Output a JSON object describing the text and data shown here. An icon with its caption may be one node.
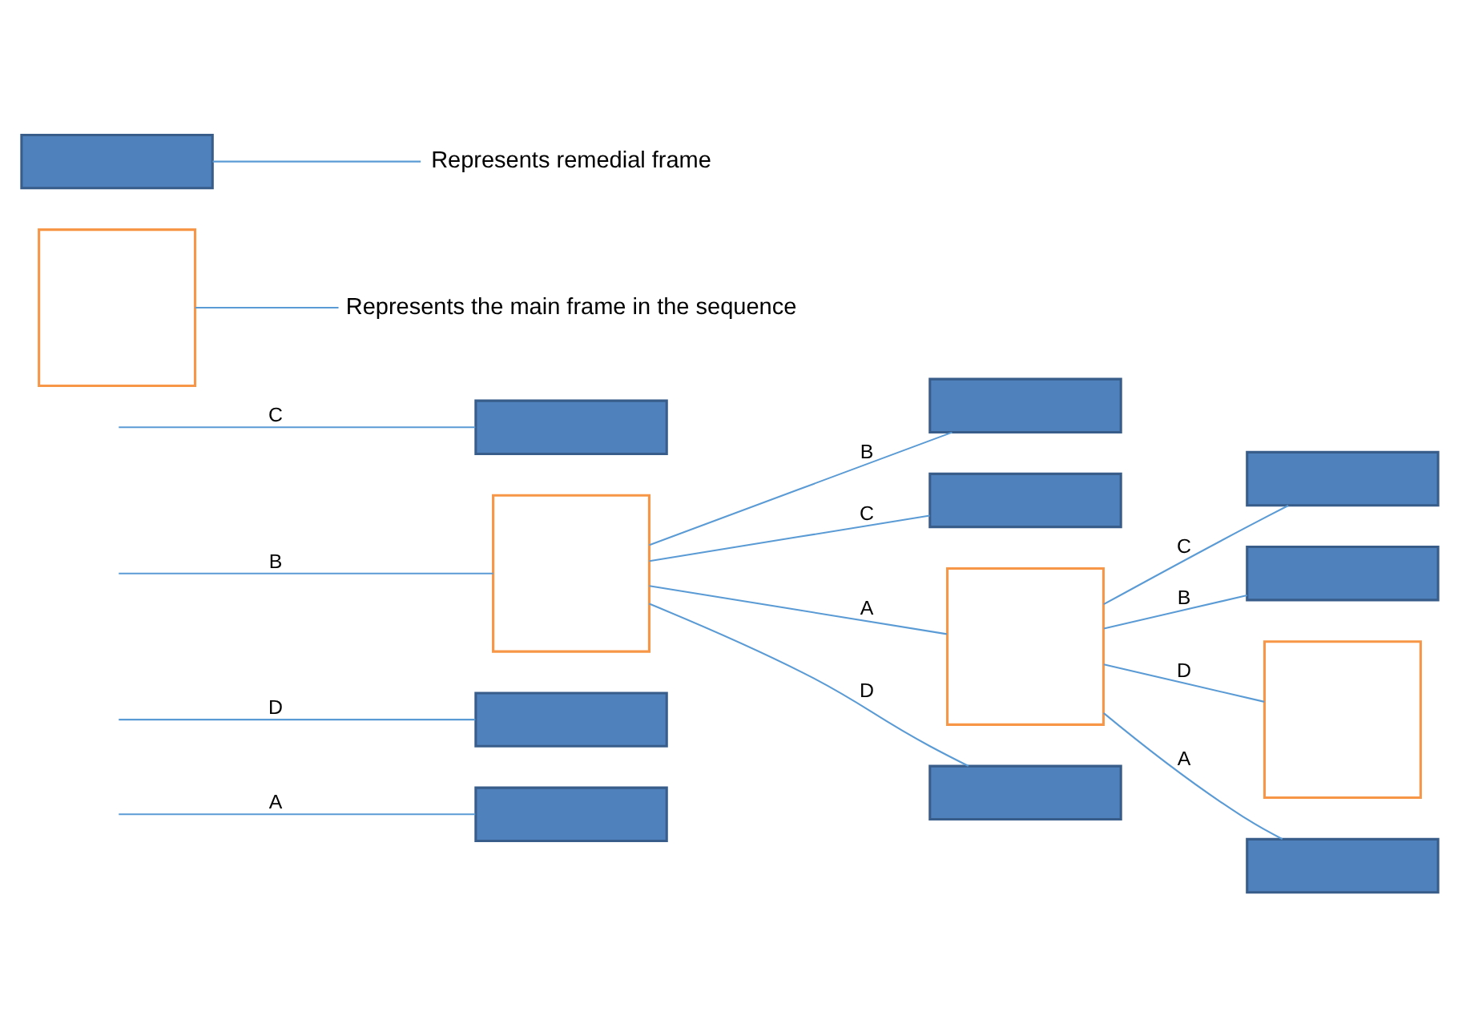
{
  "diagram": {
    "nodes": [
      {
        "text": [],
        "shape": "box"
      },
      {
        "text": [],
        "shape": "box"
      },
      {
        "text": [],
        "shape": "box"
      },
      {
        "text": [],
        "shape": "box"
      },
      {
        "text": [],
        "shape": "box"
      },
      {
        "text": [],
        "shape": "box"
      },
      {
        "text": [],
        "shape": "box"
      },
      {
        "text": [],
        "shape": "box"
      },
      {
        "text": [],
        "shape": "box"
      },
      {
        "text": [],
        "shape": "box"
      },
      {
        "text": [],
        "shape": "box"
      },
      {
        "text": [],
        "shape": "box"
      },
      {
        "text": [],
        "shape": "box"
      },
      {
        "text": [
          "Represents the main frame in the sequence"
        ]
      },
      {
        "text": [],
        "shape": "box"
      },
      {
        "text": [
          "Represents remedial frame"
        ]
      }
    ],
    "edges": [
      {
        "from": null,
        "to": 0,
        "arrow": "none",
        "label": "A"
      },
      {
        "from": null,
        "to": 1,
        "arrow": "none",
        "label": "D"
      },
      {
        "from": null,
        "to": 6,
        "arrow": "none",
        "label": "B"
      },
      {
        "from": null,
        "to": 9,
        "arrow": "none",
        "label": "C"
      },
      {
        "from": 6,
        "to": 2,
        "arrow": "none",
        "label": "B"
      },
      {
        "from": 6,
        "to": 3,
        "arrow": "none",
        "label": "C"
      },
      {
        "from": 6,
        "to": 7,
        "arrow": "none",
        "label": "A"
      },
      {
        "from": 6,
        "to": 10,
        "arrow": "none",
        "label": "D"
      },
      {
        "from": 7,
        "to": 4,
        "arrow": "none",
        "label": "C"
      },
      {
        "from": 7,
        "to": 5,
        "arrow": "none",
        "label": "B"
      },
      {
        "from": 7,
        "to": 8,
        "arrow": "none",
        "label": "D"
      },
      {
        "from": 7,
        "to": 11,
        "arrow": "none",
        "label": "A"
      },
      {
        "from": 12,
        "to": 13,
        "arrow": "none"
      },
      {
        "from": 14,
        "to": 15,
        "arrow": "none"
      }
    ]
  }
}
